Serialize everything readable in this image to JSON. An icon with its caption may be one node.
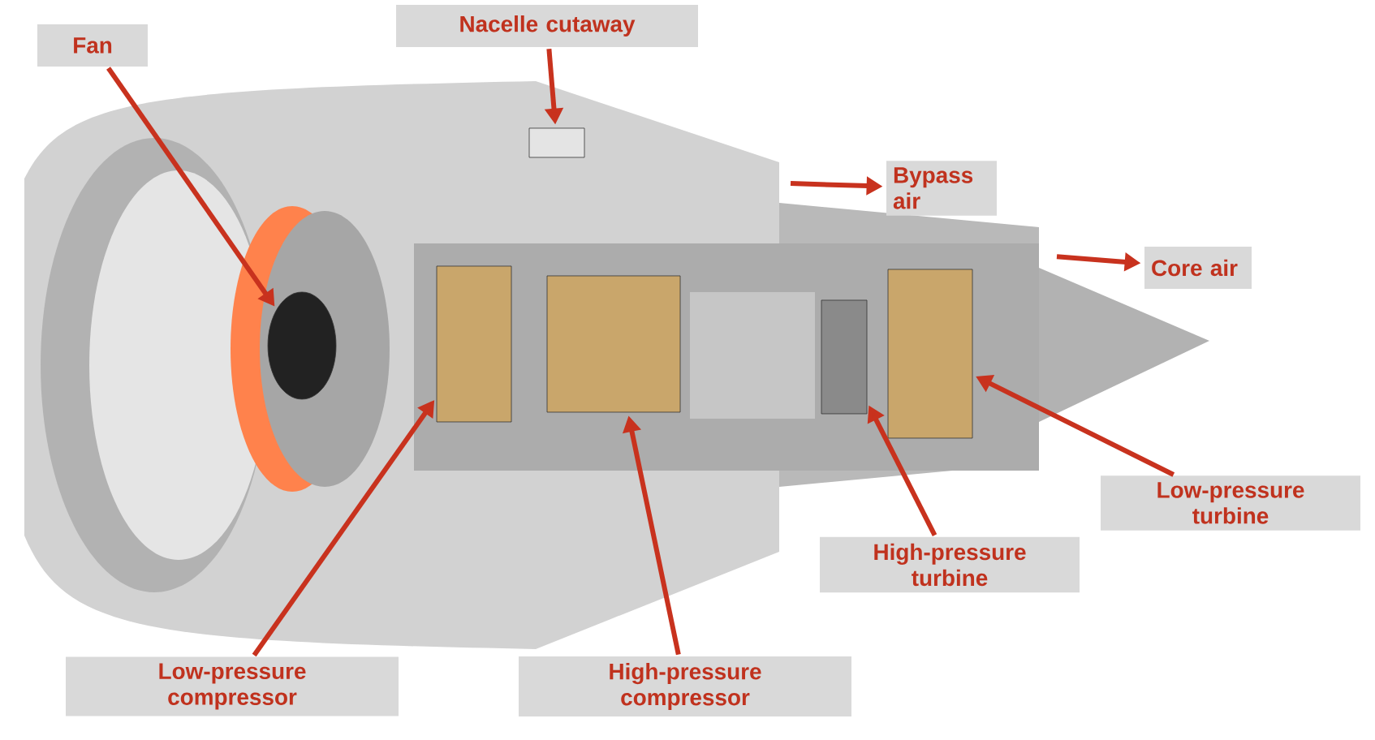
{
  "diagram": {
    "nodes": [
      {
        "text": [
          "Fan"
        ]
      },
      {
        "text": [
          "Nacelle cutaway"
        ]
      },
      {
        "text": [
          "Bypass air"
        ]
      },
      {
        "text": [
          "Core air"
        ]
      },
      {
        "text": [
          "Low-pressure turbine"
        ]
      },
      {
        "text": [
          "High-pressure turbine"
        ]
      },
      {
        "text": [
          "Low-pressure compressor"
        ]
      },
      {
        "text": [
          "High-pressure compressor"
        ]
      },
      {
        "text": [],
        "shape": "circle"
      },
      {
        "text": [],
        "shape": "box"
      },
      {
        "text": [],
        "shape": "box"
      },
      {
        "text": [],
        "shape": "box"
      },
      {
        "text": [],
        "shape": "box"
      },
      {
        "text": [],
        "shape": "box"
      }
    ],
    "edges": [
      {
        "from": 0,
        "to": 8,
        "arrow": "to"
      },
      {
        "from": 1,
        "to": 9,
        "arrow": "to"
      },
      {
        "from": null,
        "to": 2,
        "arrow": "to"
      },
      {
        "from": null,
        "to": 3,
        "arrow": "to"
      },
      {
        "from": 4,
        "to": 13,
        "arrow": "to"
      },
      {
        "from": 5,
        "to": 12,
        "arrow": "to"
      },
      {
        "from": 6,
        "to": 10,
        "arrow": "to"
      },
      {
        "from": 7,
        "to": 11,
        "arrow": "to"
      }
    ]
  }
}
